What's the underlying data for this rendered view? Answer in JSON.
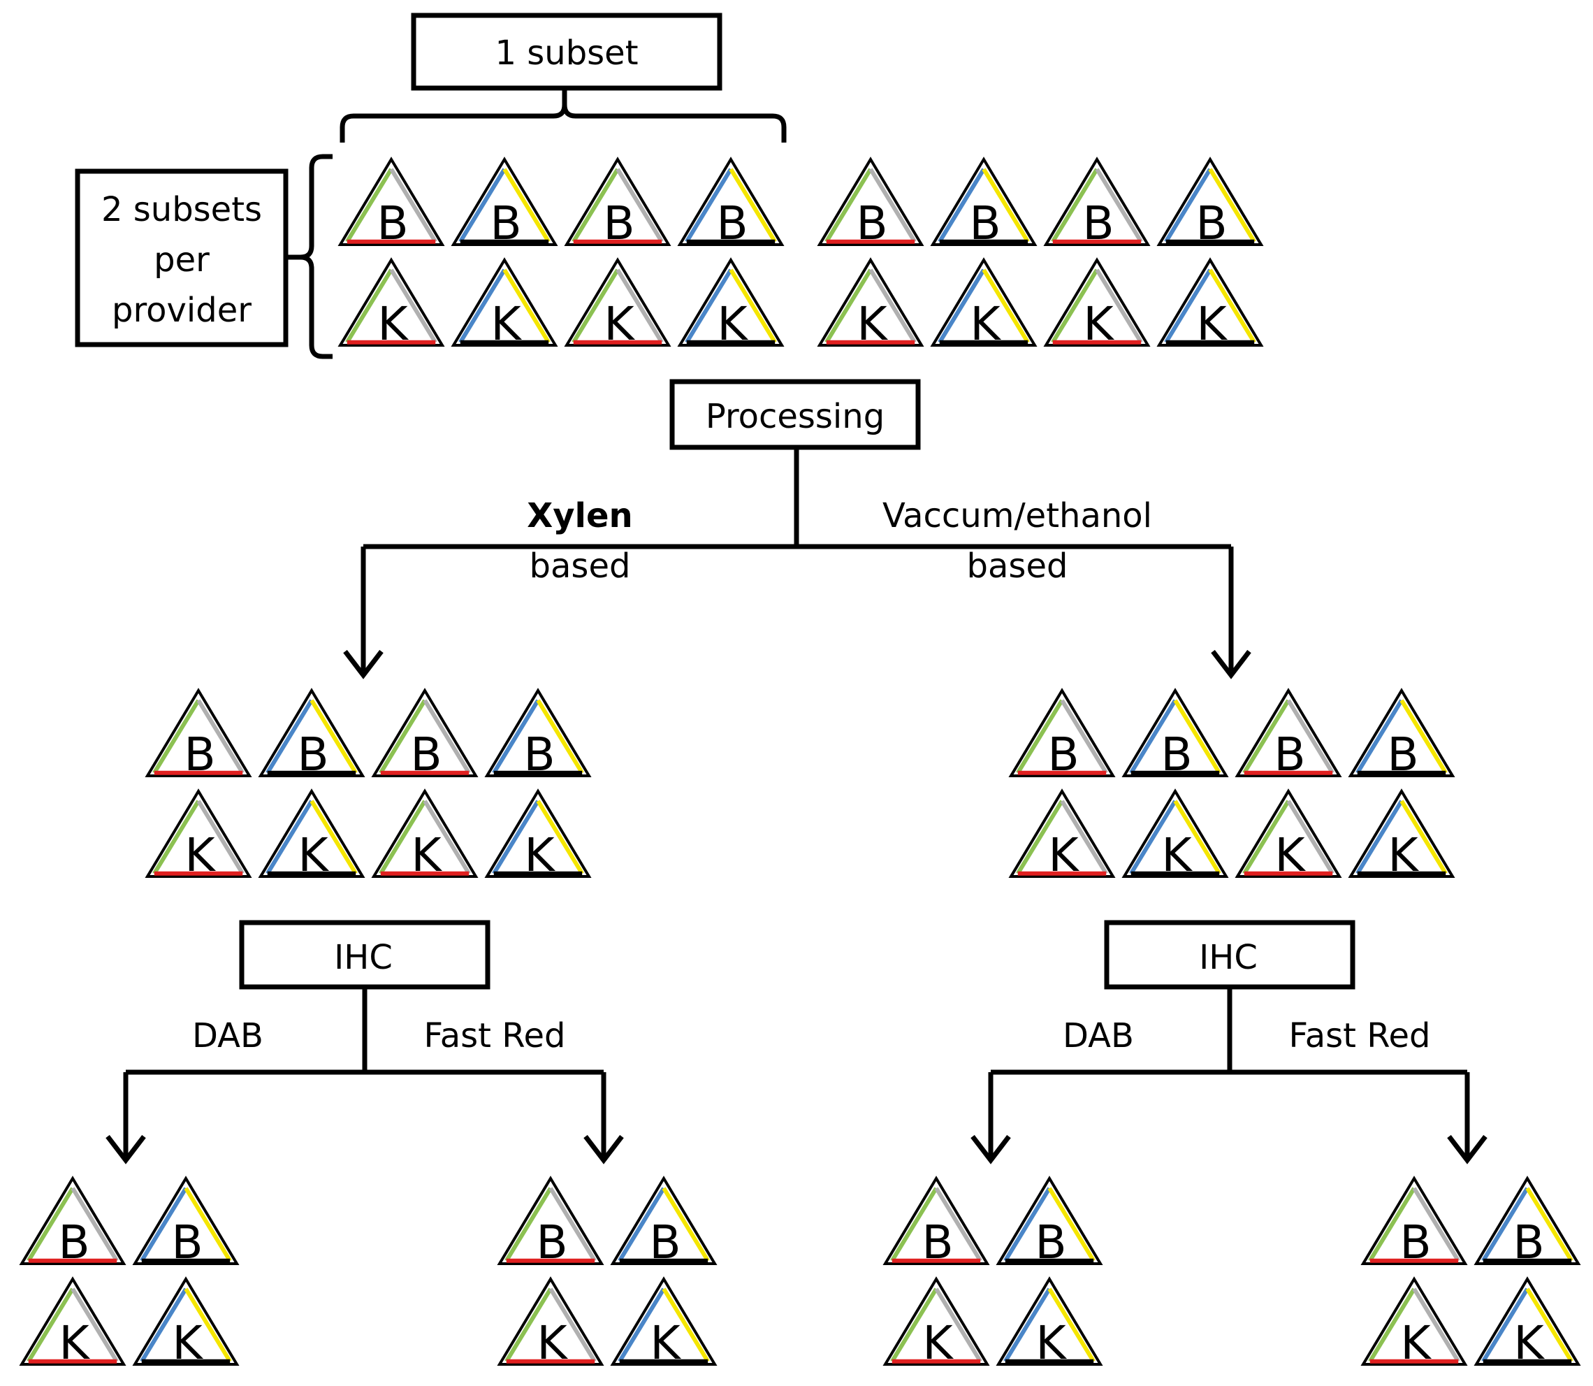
{
  "boxes": {
    "subset": "1 subset",
    "subsets_per_provider": [
      "2 subsets",
      "per",
      "provider"
    ],
    "processing": "Processing",
    "ihc_left": "IHC",
    "ihc_right": "IHC"
  },
  "branches": {
    "xylen": [
      "Xylen",
      "based"
    ],
    "vaccum": [
      "Vaccum/ethanol",
      "based"
    ],
    "dab_left": "DAB",
    "fastred_left": "Fast Red",
    "dab_right": "DAB",
    "fastred_right": "Fast Red"
  },
  "cassette_letters": {
    "top_row": "B",
    "bottom_row": "K"
  },
  "colors": {
    "green": "#8cc152",
    "blue": "#4a86c8",
    "red": "#e02020",
    "yellow": "#f5e600",
    "grey": "#b0b0b0",
    "black": "#000000"
  },
  "cassette_styles": [
    {
      "left": "green",
      "right": "grey",
      "bottom": "red"
    },
    {
      "left": "blue",
      "right": "yellow",
      "bottom": "black"
    }
  ]
}
